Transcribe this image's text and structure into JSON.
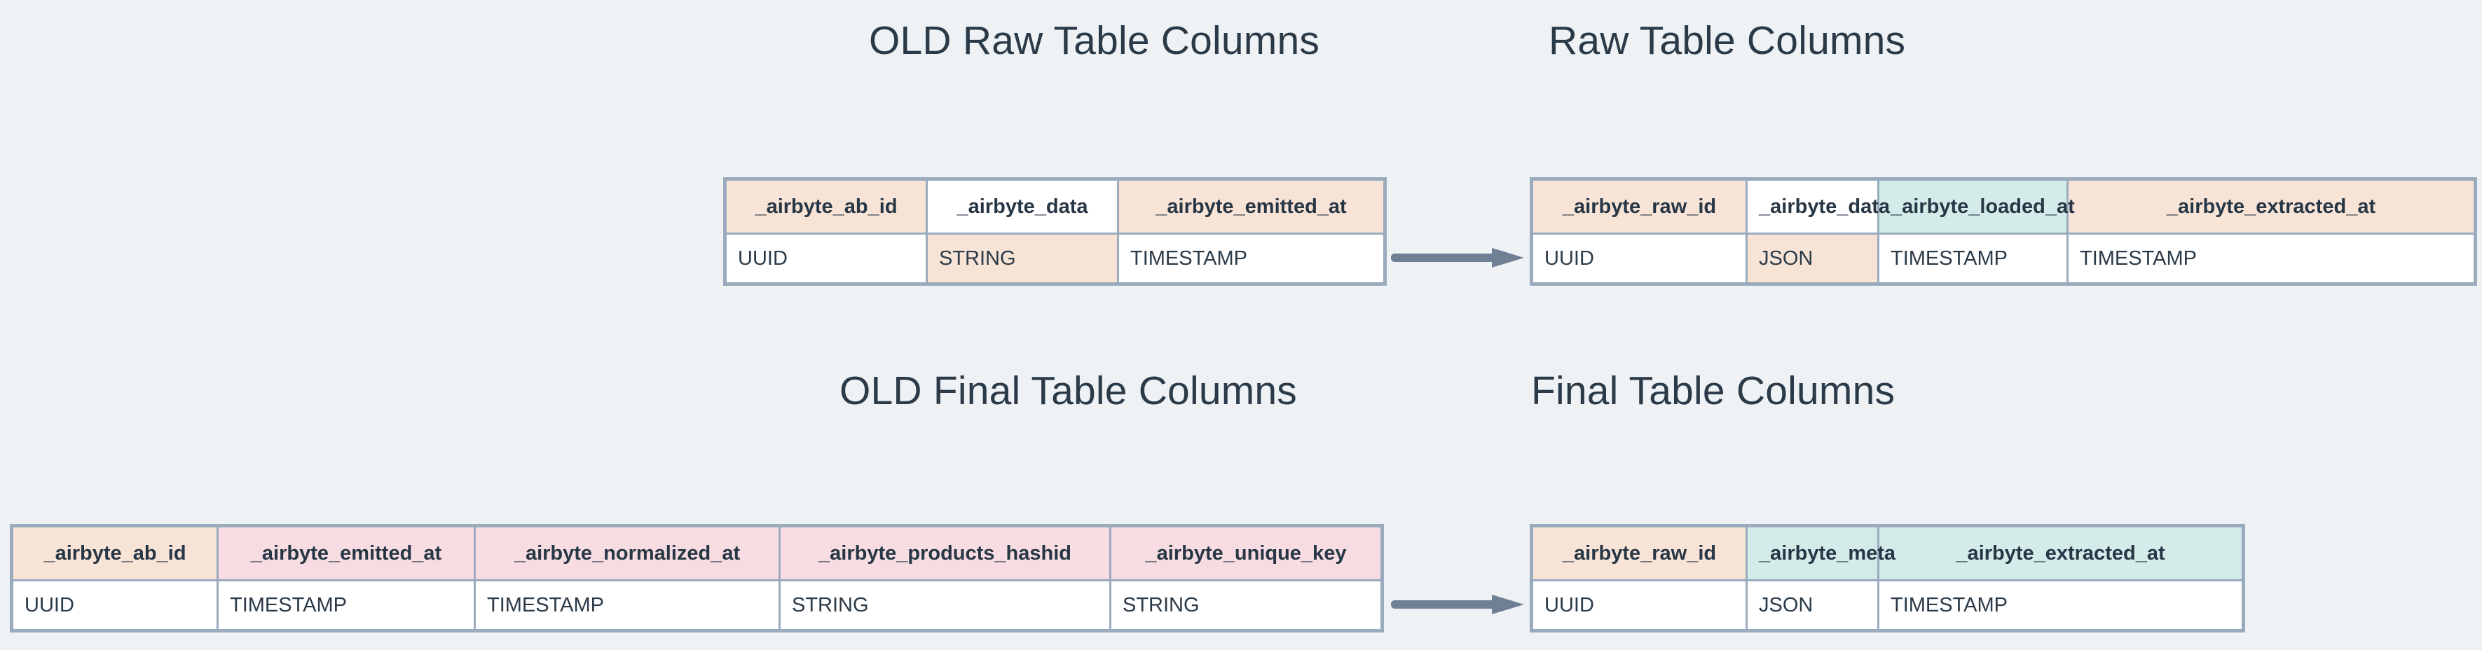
{
  "diagram": {
    "background_color": "#eef2f5",
    "text_color": "#2b3a48",
    "border_color": "#9aabbd",
    "arrow_color": "#708094",
    "legend_colors": {
      "peach": "#f8e4d7",
      "mint": "#d3ecea",
      "pink": "#f7dde2",
      "white": "#ffffff"
    }
  },
  "sections": {
    "old_raw_title": "OLD Raw Table Columns",
    "new_raw_title": "Raw Table Columns",
    "old_final_title": "OLD Final Table Columns",
    "new_final_title": "Final Table Columns"
  },
  "tables": {
    "old_raw": {
      "title": "OLD Raw Table Columns",
      "columns": [
        {
          "name": "_airbyte_ab_id",
          "type": "UUID",
          "header_fill": "peach",
          "type_fill": "white"
        },
        {
          "name": "_airbyte_data",
          "type": "STRING",
          "header_fill": "white",
          "type_fill": "peach"
        },
        {
          "name": "_airbyte_emitted_at",
          "type": "TIMESTAMP",
          "header_fill": "peach",
          "type_fill": "white"
        }
      ]
    },
    "new_raw": {
      "title": "Raw Table Columns",
      "columns": [
        {
          "name": "_airbyte_raw_id",
          "type": "UUID",
          "header_fill": "peach",
          "type_fill": "white"
        },
        {
          "name": "_airbyte_data",
          "type": "JSON",
          "header_fill": "white",
          "type_fill": "peach"
        },
        {
          "name": "_airbyte_loaded_at",
          "type": "TIMESTAMP",
          "header_fill": "mint",
          "type_fill": "white"
        },
        {
          "name": "_airbyte_extracted_at",
          "type": "TIMESTAMP",
          "header_fill": "peach",
          "type_fill": "white"
        }
      ]
    },
    "old_final": {
      "title": "OLD Final Table Columns",
      "columns": [
        {
          "name": "_airbyte_ab_id",
          "type": "UUID",
          "header_fill": "peach",
          "type_fill": "white"
        },
        {
          "name": "_airbyte_emitted_at",
          "type": "TIMESTAMP",
          "header_fill": "pink",
          "type_fill": "white"
        },
        {
          "name": "_airbyte_normalized_at",
          "type": "TIMESTAMP",
          "header_fill": "pink",
          "type_fill": "white"
        },
        {
          "name": "_airbyte_products_hashid",
          "type": "STRING",
          "header_fill": "pink",
          "type_fill": "white"
        },
        {
          "name": "_airbyte_unique_key",
          "type": "STRING",
          "header_fill": "pink",
          "type_fill": "white"
        }
      ]
    },
    "new_final": {
      "title": "Final Table Columns",
      "columns": [
        {
          "name": "_airbyte_raw_id",
          "type": "UUID",
          "header_fill": "peach",
          "type_fill": "white"
        },
        {
          "name": "_airbyte_meta",
          "type": "JSON",
          "header_fill": "mint",
          "type_fill": "white"
        },
        {
          "name": "_airbyte_extracted_at",
          "type": "TIMESTAMP",
          "header_fill": "mint",
          "type_fill": "white"
        }
      ]
    }
  },
  "arrows": {
    "raw_label": "transforms-to-arrow",
    "final_label": "transforms-to-arrow"
  }
}
